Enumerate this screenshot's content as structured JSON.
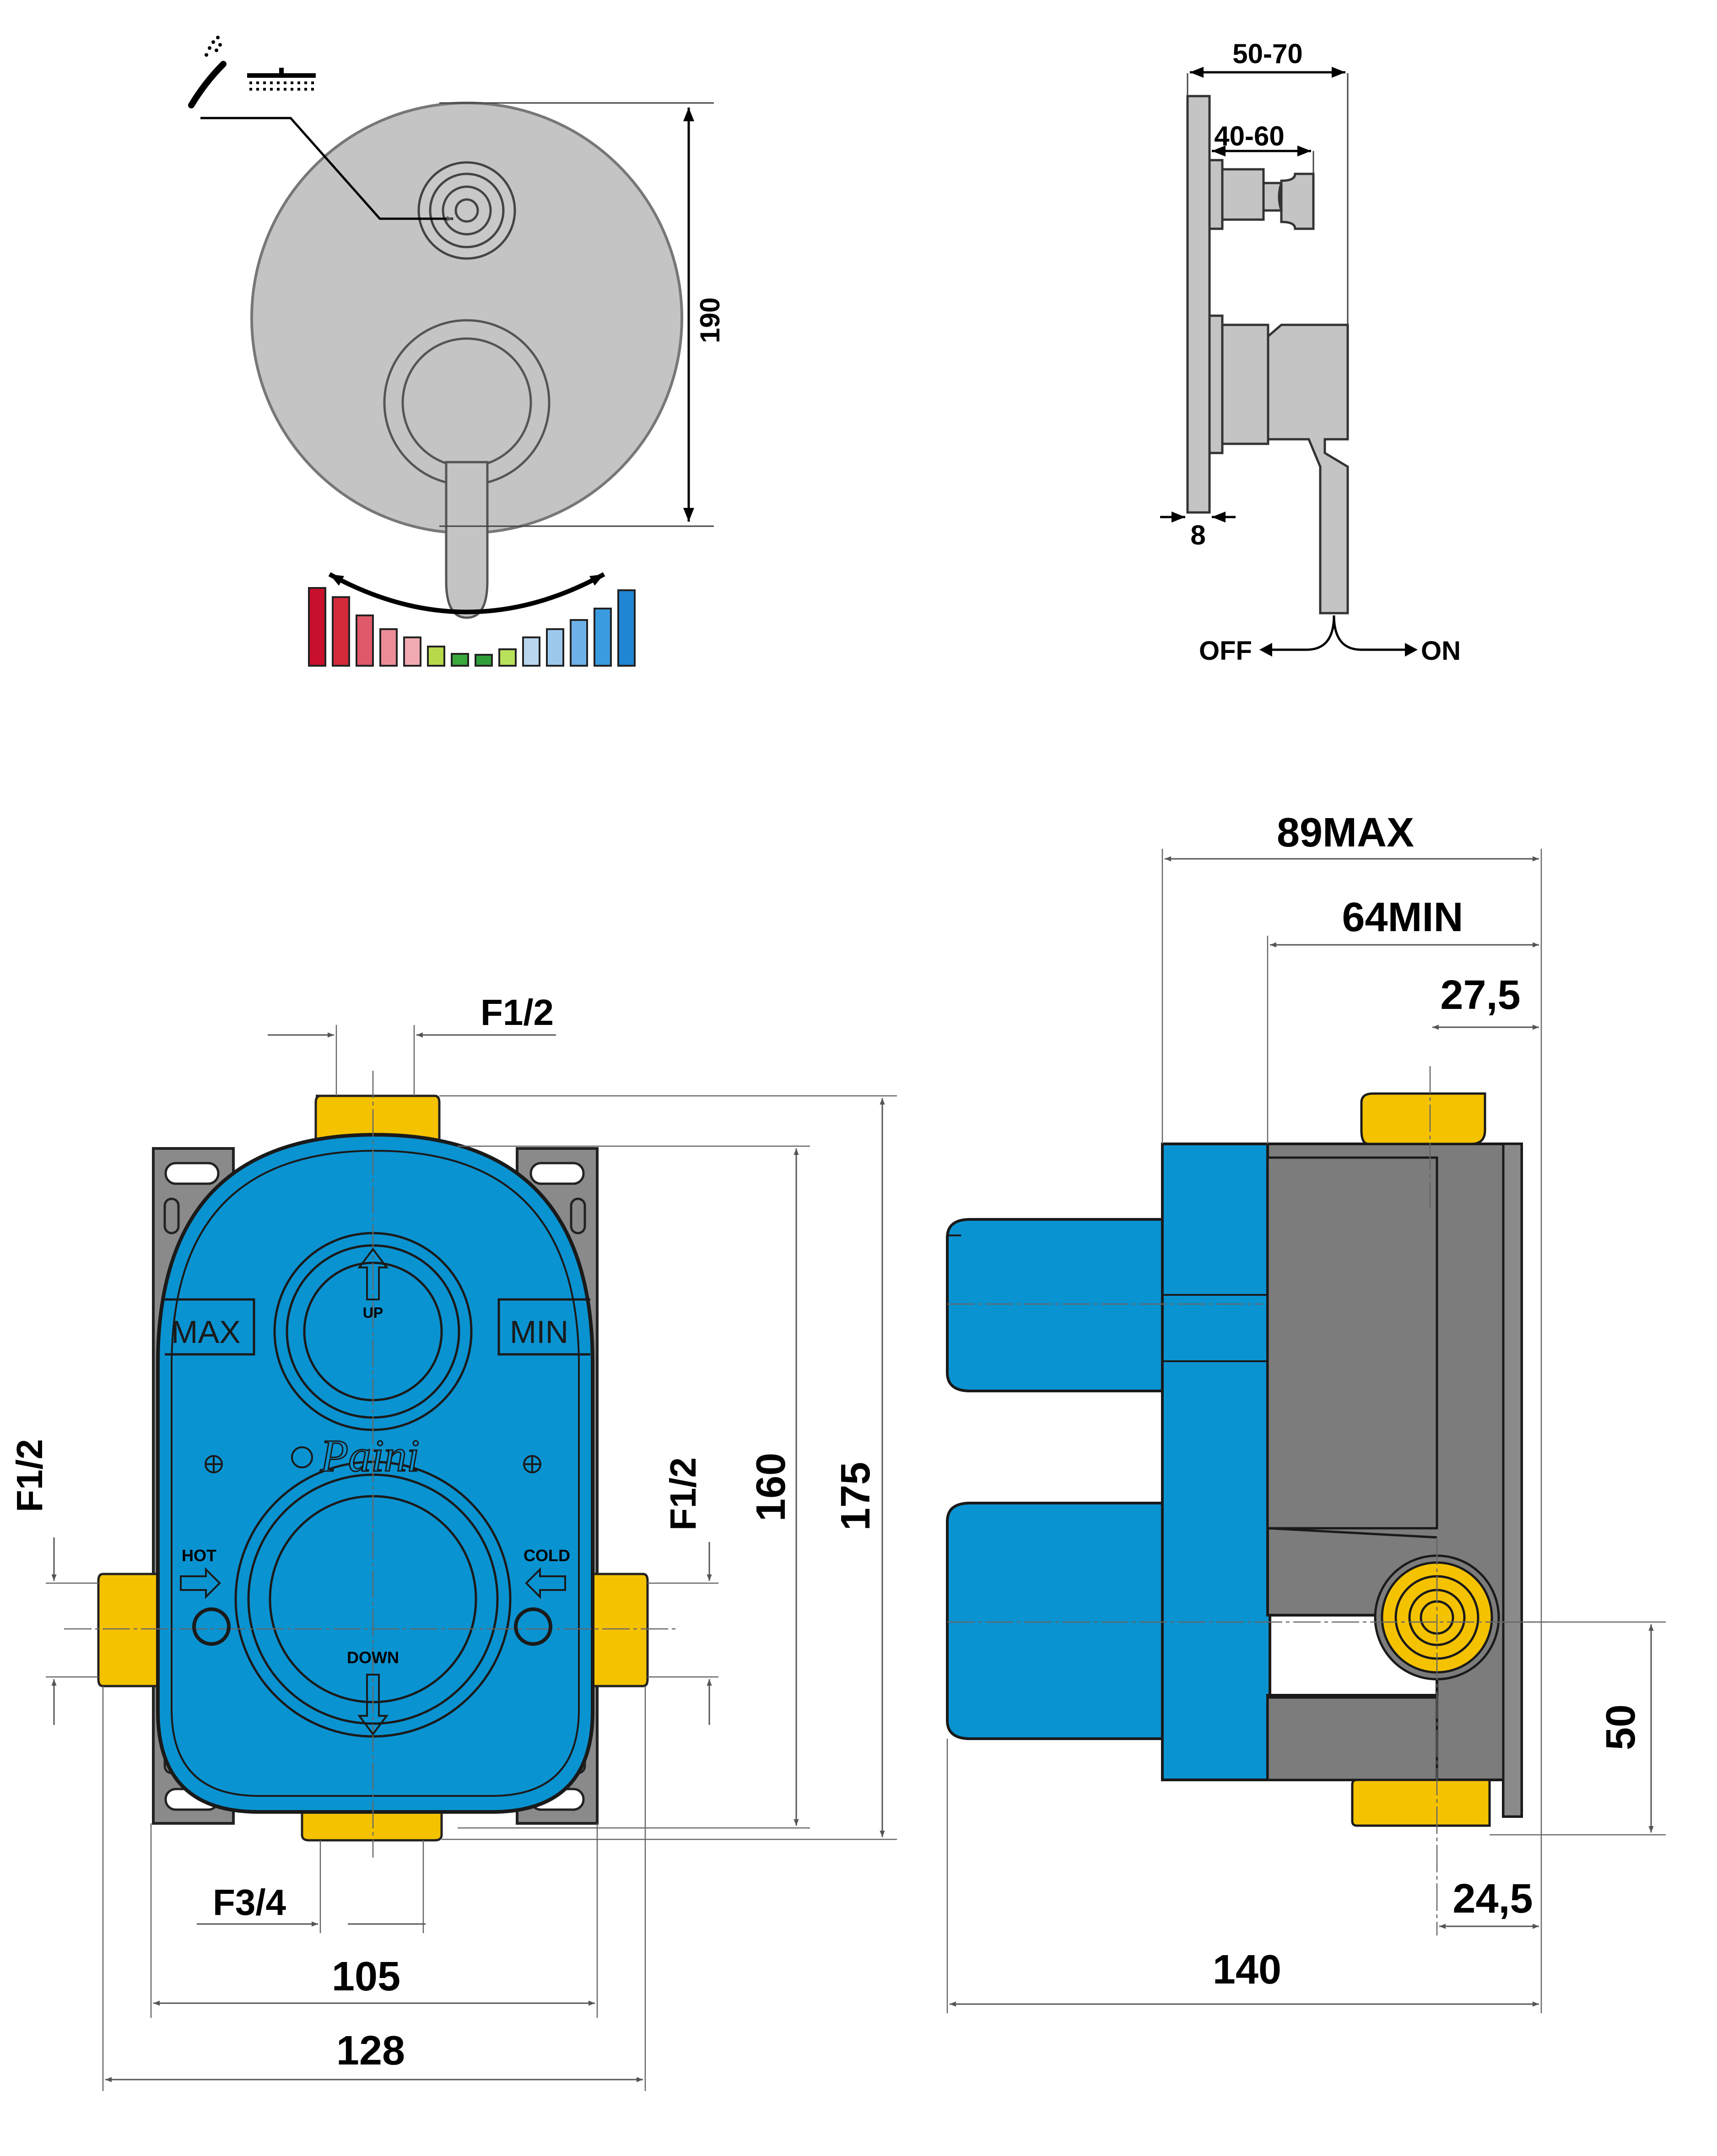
{
  "faceplate_view": {
    "height_dim": "190",
    "temperature_bar_colors": [
      "#c8102e",
      "#d42a3c",
      "#e0596a",
      "#ec8c97",
      "#f2aab2",
      "#b7d94a",
      "#3aa83a",
      "#2f9e3a",
      "#b8e05a",
      "#b9d6ee",
      "#9cc8ec",
      "#6db1e8",
      "#3a9be0",
      "#1f86d4"
    ]
  },
  "side_view": {
    "depth_range_dim": "50-70",
    "spindle_range_dim": "40-60",
    "plate_thickness_dim": "8",
    "off_label": "OFF",
    "on_label": "ON"
  },
  "body_front_view": {
    "top_inlet_dim": "F1/2",
    "left_inlet_dim": "F1/2",
    "right_inlet_dim": "F1/2",
    "bottom_outlet_dim": "F3/4",
    "height_inner_dim": "160",
    "height_outer_dim": "175",
    "width_inner_dim": "105",
    "width_outer_dim": "128",
    "max_label": "MAX",
    "min_label": "MIN",
    "up_label": "UP",
    "down_label": "DOWN",
    "hot_label": "HOT",
    "cold_label": "COLD",
    "brand_logo": "Paini"
  },
  "body_side_view": {
    "depth_max_dim": "89MAX",
    "depth_min_dim": "64MIN",
    "top_offset_dim": "27,5",
    "bottom_offset_dim": "24,5",
    "outlet_height_dim": "50",
    "total_depth_dim": "140"
  },
  "colors": {
    "body_blue": "#0a93d1",
    "body_outline": "#1a1a1a",
    "fitting_yellow": "#f5c200",
    "bracket_grey": "#8a8a8a",
    "cartridge_grey": "#7c7c7c",
    "faceplate_grey": "#c4c4c4"
  }
}
